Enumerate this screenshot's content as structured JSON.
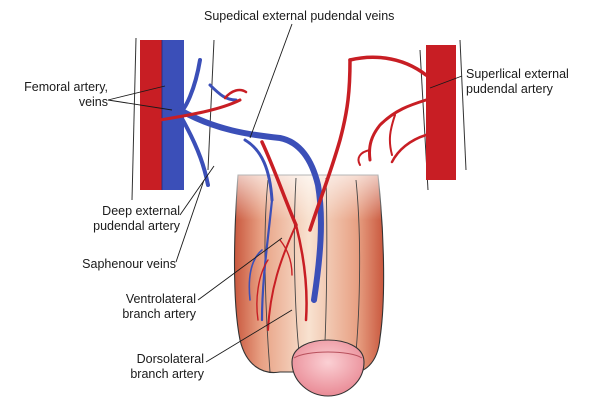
{
  "labels": {
    "superficial_veins": "Supedical external pudendal veins",
    "femoral_line1": "Femoral artery,",
    "femoral_line2": "veins",
    "superficial_artery_line1": "Superlical external",
    "superficial_artery_line2": "pudendal artery",
    "deep_artery_line1": "Deep external",
    "deep_artery_line2": "pudendal artery",
    "saphenous": "Saphenour veins",
    "ventrolateral_line1": "Ventrolateral",
    "ventrolateral_line2": "branch artery",
    "dorsolateral_line1": "Dorsolateral",
    "dorsolateral_line2": "branch artery"
  },
  "colors": {
    "artery": "#c81e24",
    "vein": "#3b4fb8",
    "tissue_light": "#f6dcc8",
    "tissue_mid": "#e8a184",
    "tissue_dark": "#c9583e",
    "glans": "#f2a0a8",
    "outline": "#222222"
  }
}
